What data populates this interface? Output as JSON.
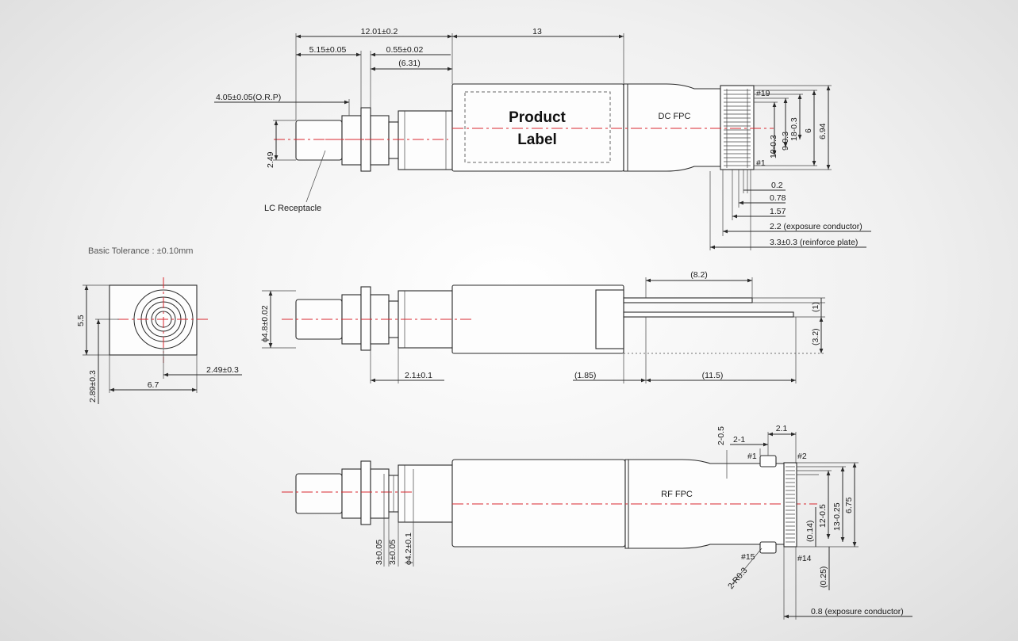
{
  "labels": {
    "product_label_line1": "Product",
    "product_label_line2": "Label",
    "dc_fpc": "DC FPC",
    "rf_fpc": "RF FPC",
    "lc_receptacle": "LC Receptacle",
    "basic_tolerance": "Basic Tolerance : ±0.10mm"
  },
  "top_view": {
    "d_total_left": "12.01±0.2",
    "d_body": "13",
    "d_515": "5.15±0.05",
    "d_055": "0.55±0.02",
    "d_631": "(6.31)",
    "d_orp": "4.05±0.05(O.R.P)",
    "d_249": "2.49",
    "pin19": "#19",
    "pin1": "#1",
    "d_10": "10-0.3",
    "d_9": "9-0.3",
    "d_18": "18-0.3",
    "d_6": "6",
    "d_694": "6.94",
    "d_02": "0.2",
    "d_078": "0.78",
    "d_157": "1.57",
    "d_22": "2.2 (exposure conductor)",
    "d_33": "3.3±0.3 (reinforce plate)"
  },
  "end_view": {
    "d_55": "5.5",
    "d_289": "2.89±0.3",
    "d_67": "6.7",
    "d_249": "2.49±0.3"
  },
  "side_view": {
    "d_dia48": "ϕ4.8±0.02",
    "d_21": "2.1±0.1",
    "d_185": "(1.85)",
    "d_115": "(11.5)",
    "d_82": "(8.2)",
    "d_1": "(1)",
    "d_32": "(3.2)"
  },
  "bottom_view": {
    "d_205": "2-0.5",
    "d_21a": "2-1",
    "d_21b": "2.1",
    "pin1": "#1",
    "pin2": "#2",
    "pin15": "#15",
    "pin14": "#14",
    "d_r03": "2-R0.3",
    "d_3a": "3±0.05",
    "d_3b": "3±0.05",
    "d_dia42": "ϕ4.2±0.1",
    "d_014": "(0.14)",
    "d_12": "12-0.5",
    "d_13": "13-0.25",
    "d_675": "6.75",
    "d_025": "(0.25)",
    "d_08": "0.8 (exposure conductor)"
  }
}
